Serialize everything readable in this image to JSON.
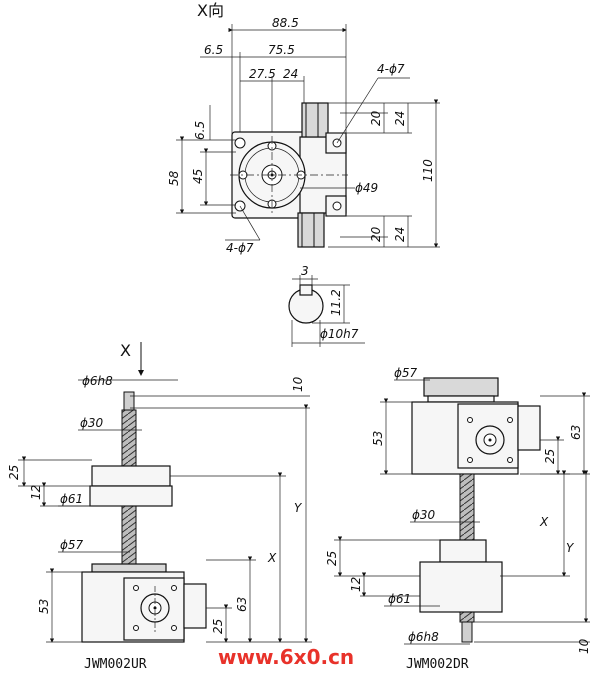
{
  "top_view": {
    "view_label": "X向",
    "dims": {
      "w88_5": "88.5",
      "w6_5": "6.5",
      "w75_5": "75.5",
      "w27_5": "27.5",
      "w24": "24",
      "holes_top": "4-ϕ7",
      "h6_5": "6.5",
      "h58": "58",
      "h45": "45",
      "d49": "ϕ49",
      "holes_bottom": "4-ϕ7",
      "h20_top": "20",
      "h24_top": "24",
      "h110": "110",
      "h20_bot": "20",
      "h24_bot": "24"
    }
  },
  "key_detail": {
    "w3": "3",
    "h11_2": "11.2",
    "d10h7": "ϕ10h7"
  },
  "left_model": {
    "name": "JWM002UR",
    "x_arrow_label": "X",
    "dims": {
      "d6h8": "ϕ6h8",
      "d30": "ϕ30",
      "d61": "ϕ61",
      "d57": "ϕ57",
      "h10": "10",
      "h25": "25",
      "h12": "12",
      "h53": "53",
      "h63": "63",
      "h25b": "25",
      "X": "X",
      "Y": "Y"
    }
  },
  "right_model": {
    "name": "JWM002DR",
    "dims": {
      "d57": "ϕ57",
      "h53": "53",
      "h63": "63",
      "h25": "25",
      "d30": "ϕ30",
      "h25b": "25",
      "h12": "12",
      "d61": "ϕ61",
      "d6h8": "ϕ6h8",
      "h10": "10",
      "X": "X",
      "Y": "Y"
    }
  },
  "watermark": "www.6x0.cn"
}
